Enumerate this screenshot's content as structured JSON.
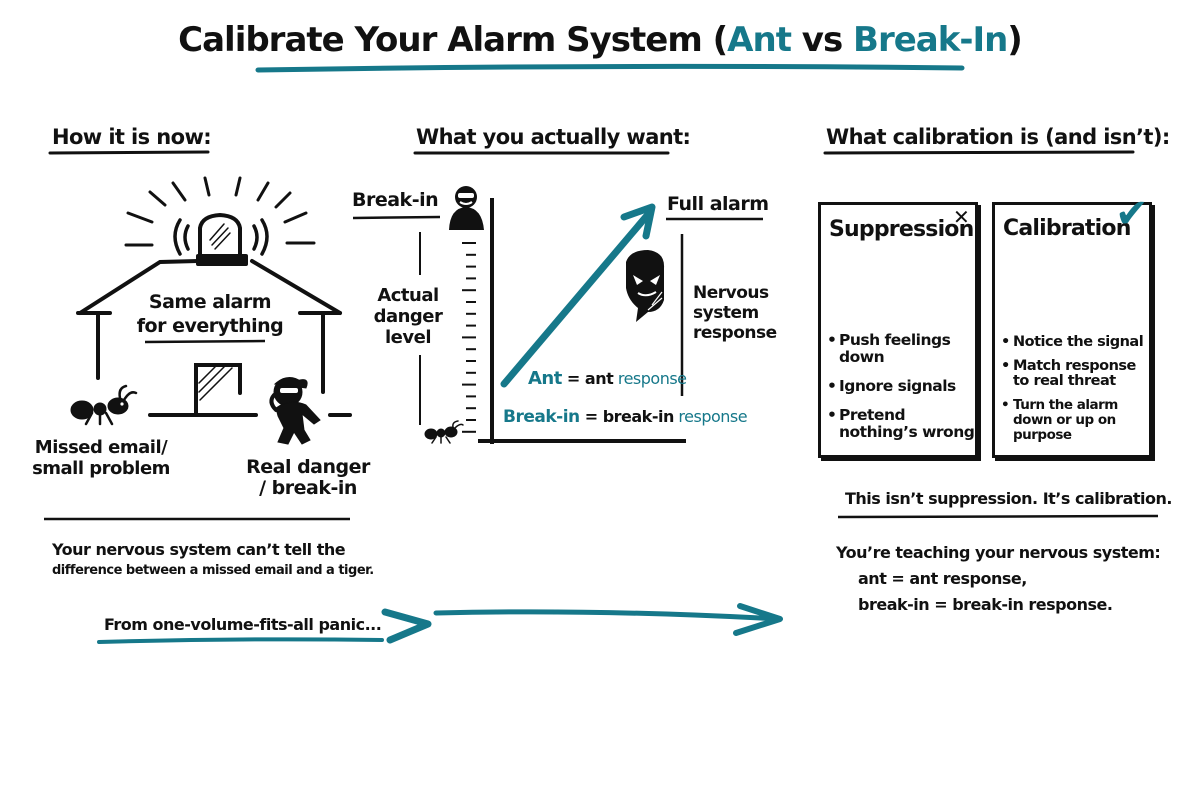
{
  "title": {
    "prefix": "Calibrate Your Alarm System (",
    "ant": "Ant",
    "vs": " vs ",
    "breakin": "Break-In",
    "suffix": ")"
  },
  "colors": {
    "accent": "#16788a",
    "ink": "#111111",
    "background": "#ffffff"
  },
  "left": {
    "heading": "How it is now:",
    "house_line1": "Same alarm",
    "house_line2": "for everything",
    "ant_label_line1": "Missed email/",
    "ant_label_line2": "small problem",
    "burglar_label_line1": "Real danger",
    "burglar_label_line2": "/ break-in",
    "caption_line1": "Your nervous system can’t tell the",
    "caption_line2": "difference between a missed email and a tiger.",
    "icons": [
      "siren-icon",
      "house-icon",
      "ant-icon",
      "burglar-icon"
    ]
  },
  "middle": {
    "heading": "What you actually want:",
    "top_left_label": "Break-in",
    "top_right_label": "Full alarm",
    "y_axis_label_line1": "Actual",
    "y_axis_label_line2": "danger",
    "y_axis_label_line3": "level",
    "right_axis_label_line1": "Nervous",
    "right_axis_label_line2": "system",
    "right_axis_label_line3": "response",
    "ant_eq": {
      "a": "Ant",
      "eq": " = ",
      "b": "ant",
      "c": " response"
    },
    "breakin_eq": {
      "a": "Break-in",
      "eq": " = ",
      "b": "break-in",
      "c": " response"
    },
    "icons": [
      "masked-burglar-icon",
      "mask-face-icon",
      "ant-icon",
      "trend-arrow-icon"
    ]
  },
  "right": {
    "heading": "What calibration is (and isn’t):",
    "suppression": {
      "title": "Suppression",
      "mark": "✕",
      "items": [
        "Push feelings down",
        "Ignore signals",
        "Pretend nothing’s wrong"
      ]
    },
    "calibration": {
      "title": "Calibration",
      "mark": "✔",
      "items": [
        "Notice the signal",
        "Match response to real threat",
        "Turn the alarm down or up on purpose"
      ]
    },
    "tagline": "This isn’t suppression. It’s calibration.",
    "teach_line1": "You’re teaching your nervous system:",
    "teach_line2": "ant = ant response,",
    "teach_line3": "break-in = break-in response."
  },
  "bottom": {
    "from_label": "From one-volume-fits-all panic..."
  }
}
